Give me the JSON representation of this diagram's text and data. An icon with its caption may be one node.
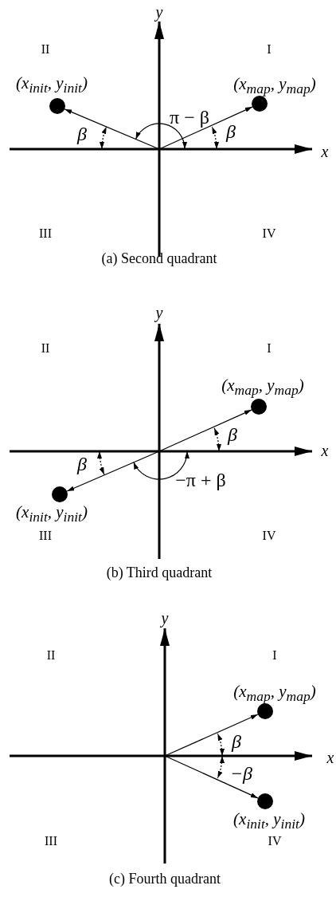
{
  "diagram": {
    "nodes": [
      {
        "text": [],
        "shape": "circle",
        "beside": [
          "(x$_{init}$, y$_{init}$)"
        ]
      },
      {
        "text": [],
        "shape": "circle",
        "beside": [
          "(x$_{map}$, y$_{map}$)"
        ]
      },
      {
        "text": [],
        "shape": "circle",
        "beside": [
          "(x$_{map}$, y$_{map}$)"
        ]
      },
      {
        "text": [],
        "shape": "circle",
        "beside": [
          "(x$_{init}$, y$_{init}$)"
        ]
      },
      {
        "text": [],
        "shape": "circle",
        "beside": [
          "(x$_{map}$, y$_{map}$)"
        ]
      },
      {
        "text": [],
        "shape": "circle",
        "beside": [
          "(x$_{init}$, y$_{init}$)"
        ]
      }
    ],
    "edges": [
      {
        "from": null,
        "to": 0,
        "arrow": "to"
      },
      {
        "from": null,
        "to": 1,
        "arrow": "to"
      },
      {
        "from": null,
        "to": 2,
        "arrow": "to"
      },
      {
        "from": null,
        "to": 3,
        "arrow": "to"
      },
      {
        "from": null,
        "to": 4,
        "arrow": "to"
      },
      {
        "from": null,
        "to": 5,
        "arrow": "to"
      }
    ],
    "labels": [
      "y",
      "II",
      "I",
      "π − β",
      "β",
      "β",
      "x",
      "III",
      "IV",
      "(a) Second quadrant",
      "y",
      "II",
      "I",
      "β",
      "x",
      "β",
      "−π + β",
      "III",
      "IV",
      "(b) Third quadrant",
      "y",
      "II",
      "I",
      "β",
      "x",
      "−β",
      "III",
      "IV",
      "(c) Fourth quadrant"
    ]
  }
}
